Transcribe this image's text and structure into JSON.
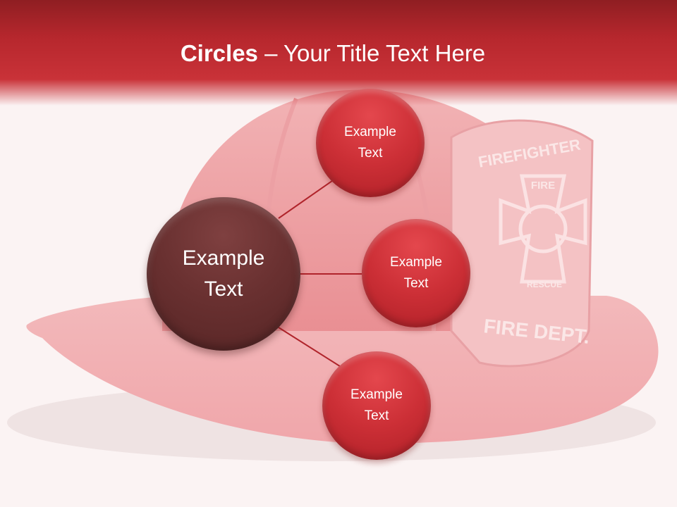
{
  "title": {
    "bold": "Circles",
    "rest": " – Your Title Text Here"
  },
  "diagram": {
    "center": {
      "text": "Example\nText"
    },
    "nodes": [
      {
        "text": "Example\nText"
      },
      {
        "text": "Example\nText"
      },
      {
        "text": "Example\nText"
      }
    ]
  },
  "helmet_badge": {
    "top": "FIREFIGHTER",
    "fire": "FIRE",
    "rescue": "RESCUE",
    "bottom": "FIRE DEPT."
  },
  "colors": {
    "header": "#c2272d",
    "center_circle": "#6a3131",
    "node_circle": "#cc2f36",
    "connector": "#b0242b"
  }
}
